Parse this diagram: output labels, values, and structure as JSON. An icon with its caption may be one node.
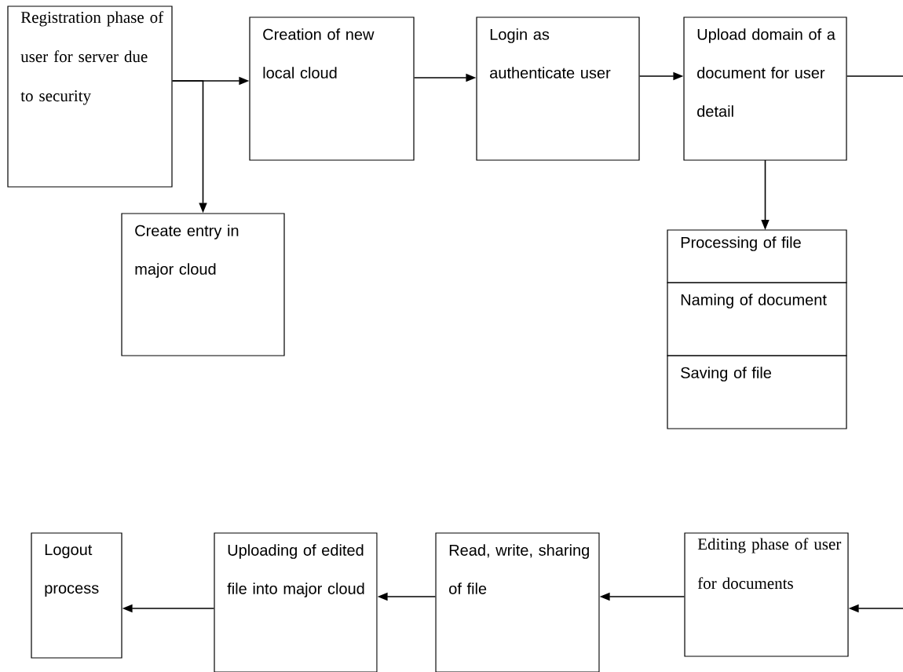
{
  "diagram": {
    "nodes": [
      {
        "text": [
          "Registration phase of user for server due to security"
        ]
      },
      {
        "text": [
          "Creation of new local cloud"
        ]
      },
      {
        "text": [
          "Login as authenticate user"
        ]
      },
      {
        "text": [
          "Upload domain of a document for user detail"
        ]
      },
      {
        "text": [
          "Create entry in major cloud"
        ]
      },
      {
        "text": [
          "Processing of file"
        ]
      },
      {
        "text": [
          "Naming of document"
        ]
      },
      {
        "text": [
          "Saving of file"
        ]
      },
      {
        "text": [
          "Logout process"
        ]
      },
      {
        "text": [
          "Uploading of edited file into major cloud"
        ]
      },
      {
        "text": [
          "Read, write, sharing of file"
        ]
      },
      {
        "text": [
          "Editing phase of user for documents"
        ]
      }
    ],
    "edges": [
      {
        "from": 0,
        "to": 1,
        "arrow": "to"
      },
      {
        "from": 0,
        "to": 4,
        "arrow": "to"
      },
      {
        "from": 1,
        "to": 2,
        "arrow": "to"
      },
      {
        "from": 2,
        "to": 3,
        "arrow": "to"
      },
      {
        "from": 3,
        "to": 5,
        "arrow": "to"
      },
      {
        "from": 3,
        "to": null,
        "arrow": "none"
      },
      {
        "from": null,
        "to": 11,
        "arrow": "to"
      },
      {
        "from": 11,
        "to": 10,
        "arrow": "to"
      },
      {
        "from": 10,
        "to": 9,
        "arrow": "to"
      },
      {
        "from": 9,
        "to": 8,
        "arrow": "to"
      }
    ]
  }
}
